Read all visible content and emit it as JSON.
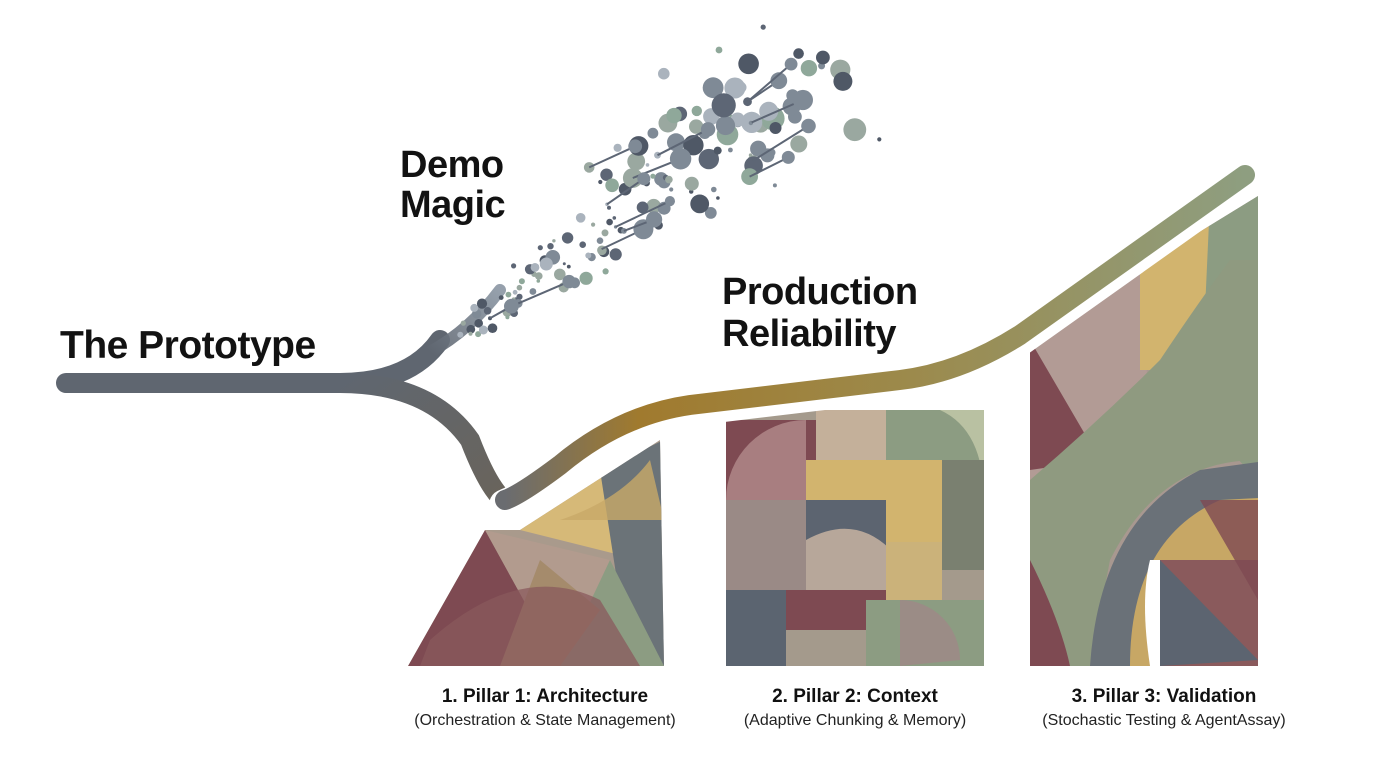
{
  "labels": {
    "prototype": "The Prototype",
    "demo_line1": "Demo",
    "demo_line2": "Magic",
    "production_line1": "Production",
    "production_line2": "Reliability"
  },
  "pillars": [
    {
      "title": "1. Pillar 1: Architecture",
      "subtitle": "(Orchestration & State Management)"
    },
    {
      "title": "2. Pillar 2: Context",
      "subtitle": "(Adaptive Chunking & Memory)"
    },
    {
      "title": "3. Pillar 3: Validation",
      "subtitle": "(Stochastic Testing & AgentAssay)"
    }
  ],
  "colors": {
    "path_gray": "#5f6670",
    "path_gold": "#a78a3a",
    "path_sage": "#8b9a7a",
    "particle": "#5d6675",
    "maroon": "#7e4a52",
    "mauve": "#a48a8a",
    "sage": "#8c9c82",
    "gold": "#d2b46e",
    "slate": "#5b6470"
  }
}
